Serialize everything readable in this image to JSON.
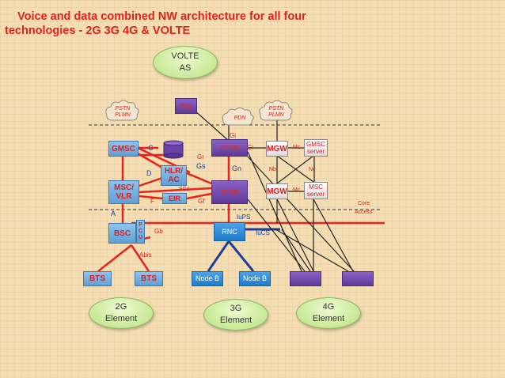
{
  "title": {
    "line1": "Voice and data combined NW architecture for all four",
    "line2": "technologies -   2G 3G  4G & VOLTE"
  },
  "colors": {
    "accent": "#e3211b",
    "link_red": "#e8231c",
    "link_black": "#222222",
    "background": "#f4ddb3"
  },
  "ovals": {
    "volte_as": "VOLTE\nAS",
    "element_2g": "2G\nElement",
    "element_3g": "3G\nElement",
    "element_4g": "4G\nElement"
  },
  "clouds": {
    "pstn_left": "PSTN\nPLMN",
    "pdn": "PDN",
    "pstn_right": "PSTN\nPLMN"
  },
  "nodes": {
    "ims": "IMS",
    "gmsc": "GMSC",
    "cylinder": "",
    "ggsn": "GGSN",
    "mgw_top": "MGW",
    "gmsc_server": "GMSC\nserver",
    "hlr": "HLR/\nAC",
    "msc_vlr": "MSC/\nVLR",
    "eir": "EIR",
    "sgsn": "SGSN",
    "mgw_bottom": "MGW",
    "msc_server": "MSC\nserver",
    "bsc": "BSC",
    "pcu": "P\nC\nU",
    "rnc": "RNC",
    "bts_1": "BTS",
    "bts_2": "BTS",
    "nodeb_1": "Node B",
    "nodeb_2": "Node B",
    "enodeb_1": "",
    "enodeb_2": ""
  },
  "labels": {
    "c": "C",
    "d": "D",
    "f": "F",
    "a": "A",
    "gr": "Gr",
    "gs": "Gs",
    "gi_top": "Gi",
    "gi_right": "Gi",
    "gn": "Gn",
    "sgs": "SGs",
    "gf": "Gf",
    "gb": "Gb",
    "mc_top": "Mc",
    "mc_bottom": "Mc",
    "nb": "Nb",
    "nc": "Nc",
    "iups": "IuPS",
    "iucs": "IuCS",
    "abis": "Abis",
    "core": "Core",
    "access": "Access"
  }
}
